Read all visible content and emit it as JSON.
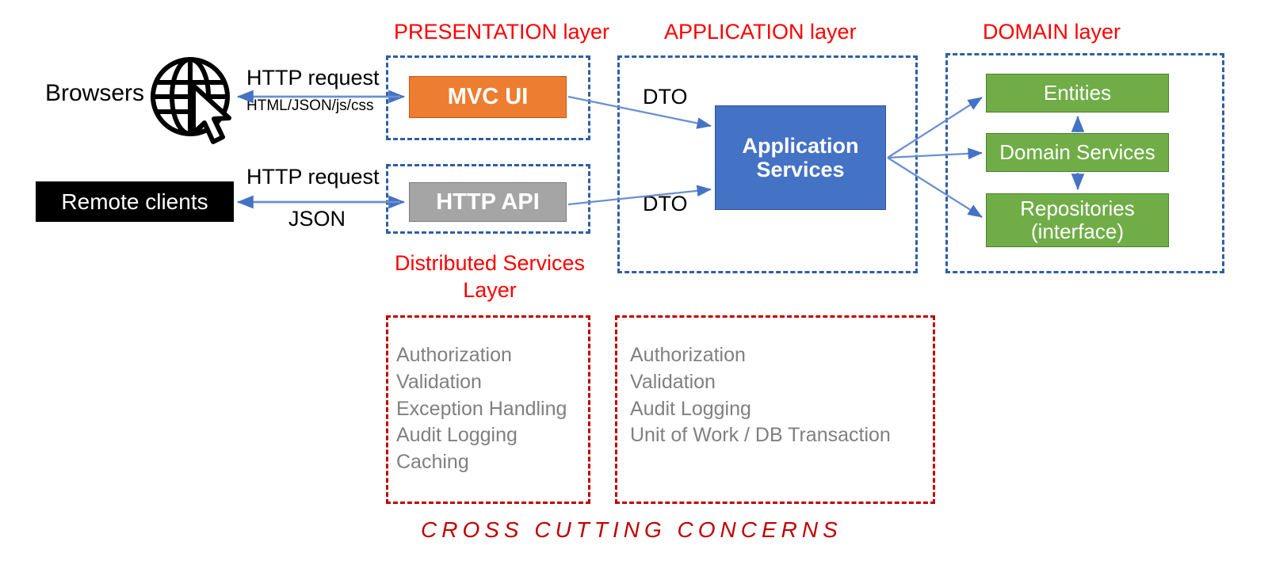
{
  "diagram": {
    "title_labels": {
      "presentation": "PRESENTATION layer",
      "application": "APPLICATION layer",
      "domain": "DOMAIN layer",
      "distributed_services": "Distributed Services Layer"
    },
    "actors": {
      "browsers": "Browsers",
      "remote_clients": "Remote clients"
    },
    "components": {
      "mvc_ui": "MVC UI",
      "http_api": "HTTP API",
      "application_services": "Application\nServices",
      "entities": "Entities",
      "domain_services": "Domain Services",
      "repositories": "Repositories\n(interface)"
    },
    "edge_labels": {
      "http_request_top": "HTTP request",
      "response_top": "HTML/JSON/js/css",
      "http_request_bottom": "HTTP request",
      "response_bottom": "JSON",
      "dto_top": "DTO",
      "dto_bottom": "DTO"
    },
    "cross_cutting": {
      "caption": "CROSS CUTTING CONCERNS",
      "presentation_concerns": "Authorization\nValidation\nException Handling\nAudit Logging\nCaching",
      "application_concerns": "Authorization\nValidation\nAudit Logging\nUnit of Work / DB Transaction"
    },
    "icons": {
      "globe": "globe-icon",
      "cursor": "cursor-arrow-icon"
    },
    "colors": {
      "layer_title_red": "#FF0000",
      "layer_border_blue": "#2E5FA3",
      "cross_cutting_red": "#C00000",
      "mvc_orange": "#ED7D31",
      "api_gray": "#A5A5A5",
      "app_blue": "#4472C4",
      "domain_green": "#70AD47",
      "arrow_blue": "#4472C4",
      "concern_text_gray": "#808080",
      "actor_black": "#000000"
    }
  }
}
